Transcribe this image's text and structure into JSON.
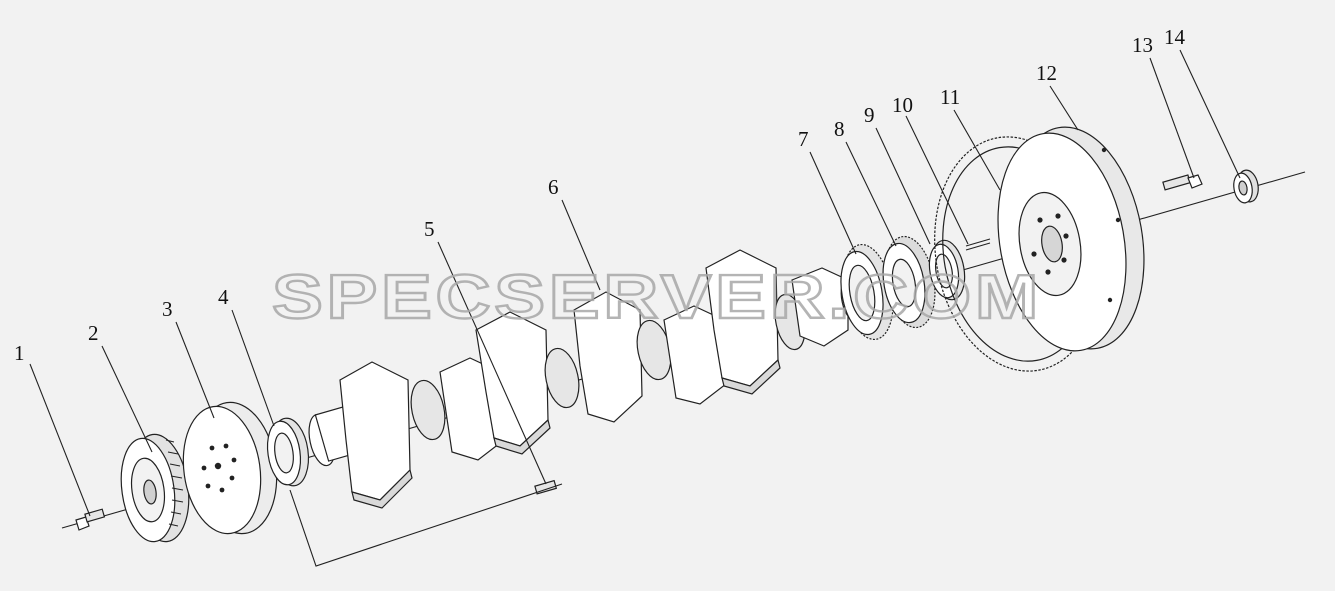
{
  "diagram": {
    "callouts": [
      {
        "id": "1",
        "label": "1"
      },
      {
        "id": "2",
        "label": "2"
      },
      {
        "id": "3",
        "label": "3"
      },
      {
        "id": "4",
        "label": "4"
      },
      {
        "id": "5",
        "label": "5"
      },
      {
        "id": "6",
        "label": "6"
      },
      {
        "id": "7",
        "label": "7"
      },
      {
        "id": "8",
        "label": "8"
      },
      {
        "id": "9",
        "label": "9"
      },
      {
        "id": "10",
        "label": "10"
      },
      {
        "id": "11",
        "label": "11"
      },
      {
        "id": "12",
        "label": "12"
      },
      {
        "id": "13",
        "label": "13"
      },
      {
        "id": "14",
        "label": "14"
      }
    ],
    "watermark": "SPECSERVER.COM"
  },
  "colors": {
    "background": "#f2f2f2",
    "line": "#222222",
    "part_fill": "#ffffff",
    "part_shade": "#d9d9d9",
    "watermark": "#a8a8a8"
  }
}
